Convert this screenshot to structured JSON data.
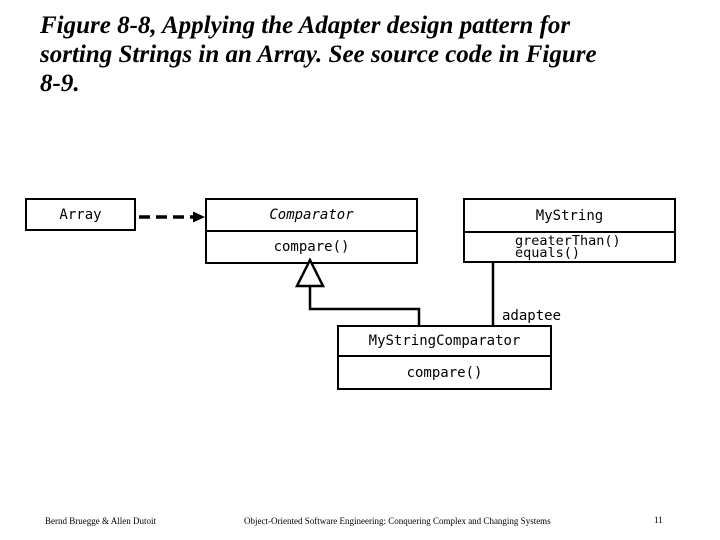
{
  "title": {
    "full_text": "Figure 8-8, Applying the Adapter design pattern for sorting Strings in an Array. See source code in Figure 8-9.",
    "lines": [
      "Figure 8-8, Applying the Adapter design pattern for",
      "sorting Strings in an Array. See source code in Figure",
      "8-9."
    ]
  },
  "diagram": {
    "array_class": {
      "name": "Array"
    },
    "comparator_class": {
      "name": "Comparator",
      "name_style": "abstract-italic",
      "operations": [
        "compare()"
      ]
    },
    "mystring_class": {
      "name": "MyString",
      "operations": [
        "greaterThan()",
        "equals()"
      ]
    },
    "adapter_class": {
      "name": "MyStringComparator",
      "operations": [
        "compare()"
      ]
    },
    "adaptee_label": "adaptee",
    "relationships": [
      "Array --dashed-dependency--> Comparator",
      "MyStringComparator --inheritance-triangle--> Comparator",
      "MyStringComparator --adaptee-line--> MyString"
    ],
    "icons": {
      "dependency_arrowhead": "filled-right-arrowhead",
      "inheritance_marker": "hollow-triangle-up"
    }
  },
  "footer": {
    "authors": "Bernd Bruegge & Allen Dutoit",
    "book": "Object-Oriented Software Engineering: Conquering Complex and Changing Systems",
    "page_number": "11"
  },
  "colors": {
    "background": "#ffffff",
    "text": "#000000",
    "line": "#000000"
  }
}
